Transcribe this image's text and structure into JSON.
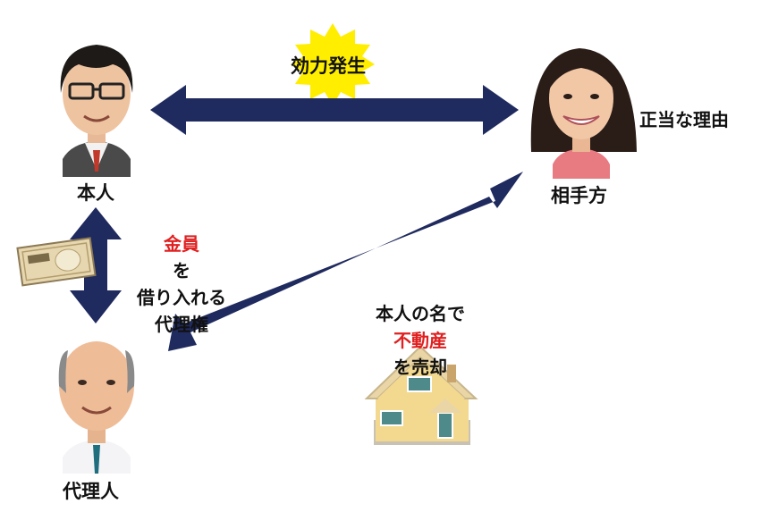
{
  "colors": {
    "arrow": "#1f2a5e",
    "burst": "#ffee00",
    "highlight": "#e02020",
    "text": "#111111",
    "house_wall": "#f3d98f",
    "house_roof": "#ead5a6",
    "house_window": "#4f8a8a"
  },
  "nodes": {
    "principal": {
      "label": "本人",
      "icon": "man-with-glasses-portrait"
    },
    "counterparty": {
      "label": "相手方",
      "icon": "woman-portrait"
    },
    "agent": {
      "label": "代理人",
      "icon": "bald-man-portrait"
    }
  },
  "edges": {
    "principal_counterparty": {
      "label": "効力発生"
    },
    "principal_agent": {
      "label_1_red": "金員",
      "label_1_rest": "を",
      "label_2": "借り入れる",
      "label_3": "代理権",
      "icon": "banknote-icon"
    },
    "agent_counterparty": {
      "label_1": "本人の名で",
      "label_2_red": "不動産",
      "label_2_rest": "を売却",
      "icon": "house-icon"
    }
  },
  "annotations": {
    "counterparty_note": "正当な理由"
  }
}
